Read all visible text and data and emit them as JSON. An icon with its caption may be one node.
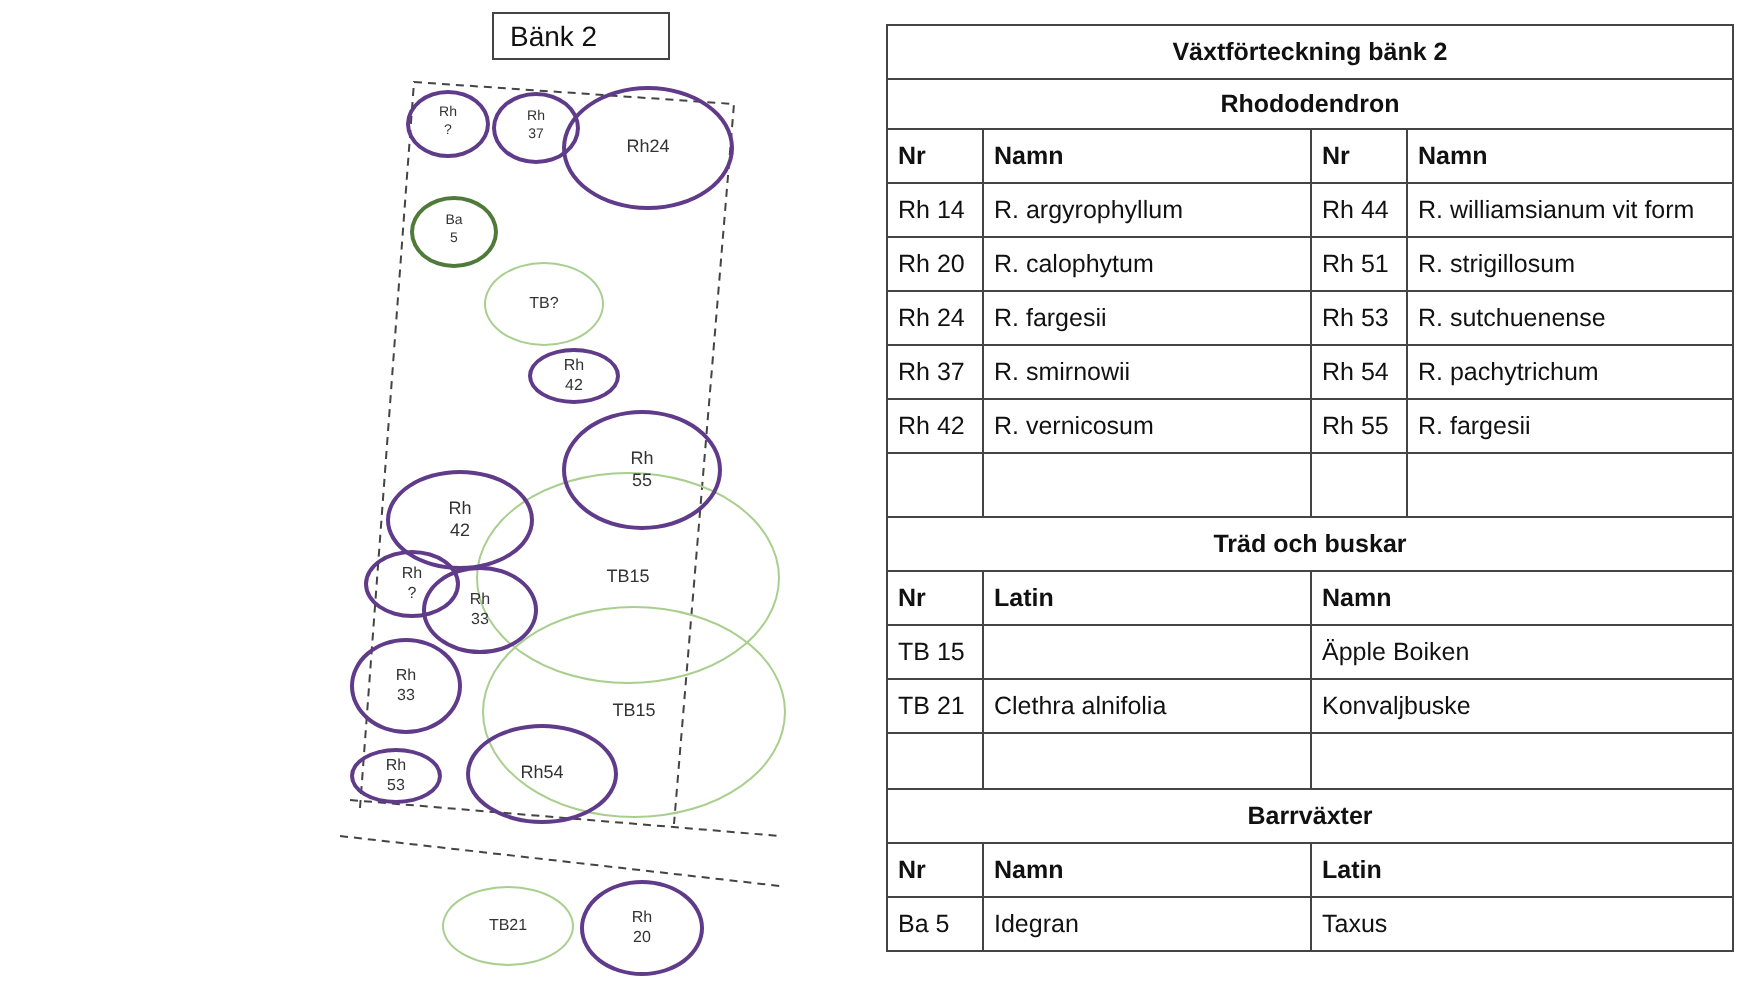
{
  "diagram": {
    "title": "Bänk 2",
    "nodes": [
      {
        "text": [
          "Rh ?"
        ]
      },
      {
        "text": [
          "Rh 37"
        ]
      },
      {
        "text": [
          "Rh24"
        ]
      },
      {
        "text": [
          "Ba 5"
        ]
      },
      {
        "text": [
          "TB?"
        ]
      },
      {
        "text": [
          "Rh 42"
        ]
      },
      {
        "text": [
          "Rh 55"
        ]
      },
      {
        "text": [
          "Rh 42"
        ]
      },
      {
        "text": [
          "TB15"
        ]
      },
      {
        "text": [
          "Rh ?"
        ]
      },
      {
        "text": [
          "Rh 33"
        ]
      },
      {
        "text": [
          "Rh 33"
        ]
      },
      {
        "text": [
          "TB15"
        ]
      },
      {
        "text": [
          "Rh 53"
        ]
      },
      {
        "text": [
          "Rh54"
        ]
      },
      {
        "text": [
          "TB21"
        ]
      },
      {
        "text": [
          "Rh 20"
        ]
      }
    ],
    "edges": [],
    "labels": [
      "Växtförteckning bänk 2",
      "Rhododendron",
      "Nr",
      "Namn",
      "Nr",
      "Namn",
      "Rh 14",
      "R. argyrophyllum",
      "Rh 44",
      "R. williamsianum vit form",
      "Rh 20",
      "R. calophytum",
      "Rh 51",
      "R. strigillosum",
      "Rh 24",
      "R. fargesii",
      "Rh 53",
      "R. sutchuenense",
      "Rh 37",
      "R. smirnowii",
      "Rh 54",
      "R. pachytrichum",
      "Rh 42",
      "R. vernicosum",
      "Rh 55",
      "R. fargesii",
      "Träd och buskar",
      "Nr",
      "Latin",
      "Namn",
      "TB 15",
      "Äpple Boiken",
      "TB 21",
      "Clethra alnifolia",
      "Konvaljbuske",
      "Barrväxter",
      "Nr",
      "Namn",
      "Latin",
      "Ba 5",
      "Idegran",
      "Taxus"
    ]
  }
}
